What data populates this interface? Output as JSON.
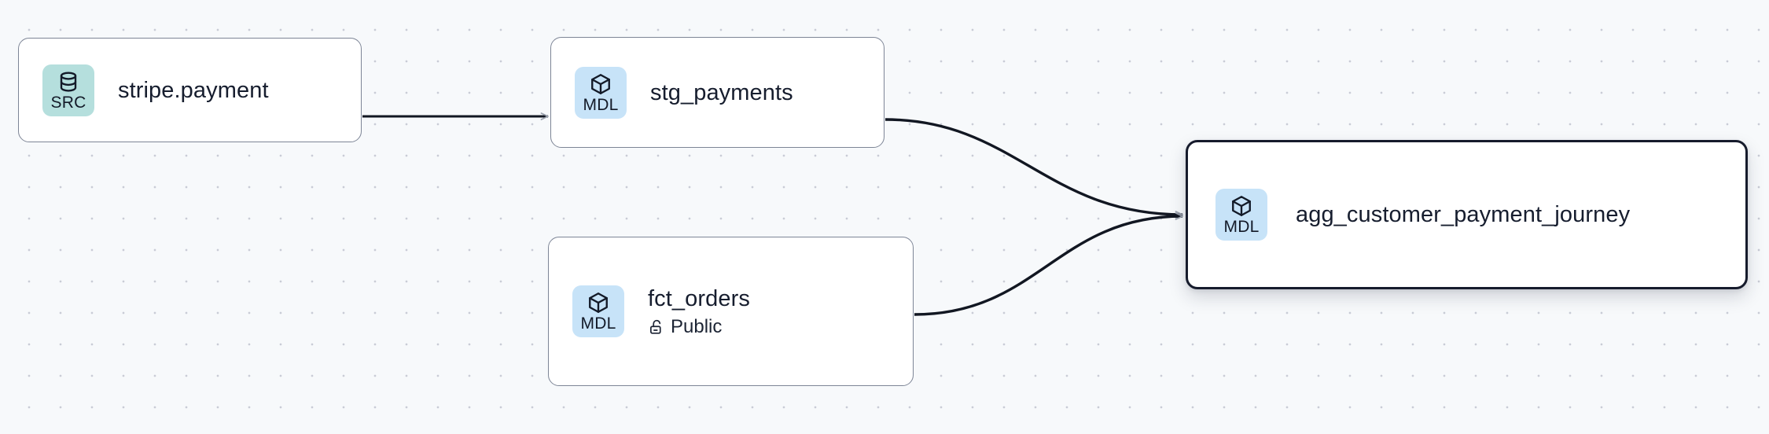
{
  "graph": {
    "title": "data-lineage-graph",
    "background": "#f7f9fb",
    "nodes": [
      {
        "id": "stripe-payment",
        "label": "stripe.payment",
        "badge": "SRC",
        "badge_color": "#b5dfdd",
        "icon": "database-icon",
        "selected": false,
        "sublabel": null,
        "sublabel_icon": null
      },
      {
        "id": "stg-payments",
        "label": "stg_payments",
        "badge": "MDL",
        "badge_color": "#c7e3f8",
        "icon": "cube-icon",
        "selected": false,
        "sublabel": null,
        "sublabel_icon": null
      },
      {
        "id": "fct-orders",
        "label": "fct_orders",
        "badge": "MDL",
        "badge_color": "#c7e3f8",
        "icon": "cube-icon",
        "selected": false,
        "sublabel": "Public",
        "sublabel_icon": "unlock-icon"
      },
      {
        "id": "agg-customer-payment-journey",
        "label": "agg_customer_payment_journey",
        "badge": "MDL",
        "badge_color": "#c7e3f8",
        "icon": "cube-icon",
        "selected": true,
        "sublabel": null,
        "sublabel_icon": null
      }
    ],
    "edges": [
      {
        "id": "edge-src-to-stg",
        "from": "stripe-payment",
        "to": "stg-payments",
        "style": "straight"
      },
      {
        "id": "edge-stg-to-agg",
        "from": "stg-payments",
        "to": "agg-customer-payment-journey",
        "style": "bezier"
      },
      {
        "id": "edge-fct-to-agg",
        "from": "fct-orders",
        "to": "agg-customer-payment-journey",
        "style": "bezier"
      }
    ]
  }
}
